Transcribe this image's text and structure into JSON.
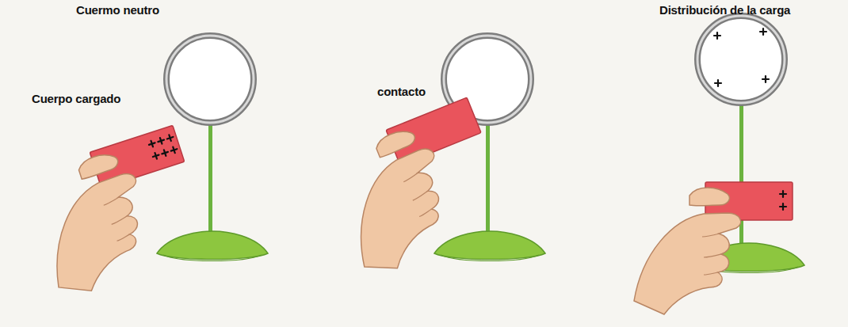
{
  "diagram": {
    "labels": [
      "Cuermo neutro",
      "Cuerpo cargado",
      "contacto",
      "Distribución de la carga"
    ]
  }
}
